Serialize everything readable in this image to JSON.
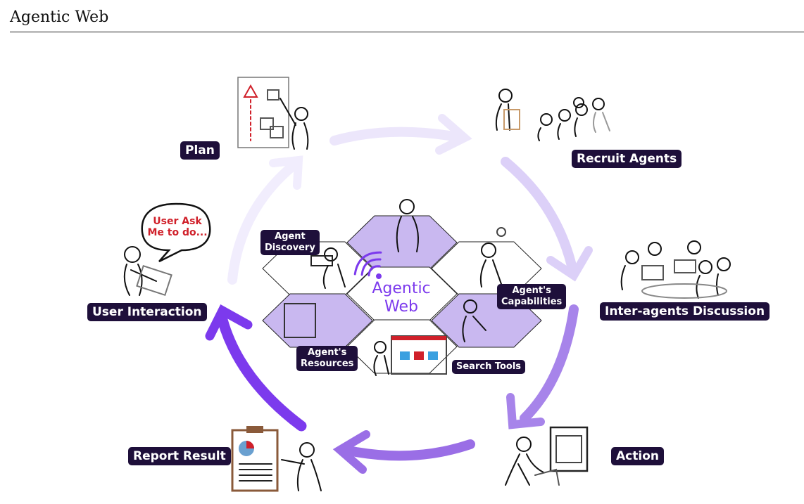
{
  "header": {
    "title": "Agentic Web"
  },
  "center": {
    "title": "Agentic\nWeb"
  },
  "cycle_steps": {
    "plan": "Plan",
    "recruit": "Recruit Agents",
    "discussion": "Inter-agents Discussion",
    "action": "Action",
    "report": "Report Result",
    "user": "User Interaction"
  },
  "hex_labels": {
    "discovery": "Agent\nDiscovery",
    "capabilities": "Agent's\nCapabilities",
    "resources": "Agent's\nResources",
    "search": "Search Tools"
  },
  "speech_bubble": {
    "text": "User Ask\nMe to do..."
  },
  "colors": {
    "label_bg": "#1e0f3a",
    "accent": "#7c3aed",
    "hex_fill": "#c9b8f0",
    "bubble_text": "#d0202a"
  }
}
